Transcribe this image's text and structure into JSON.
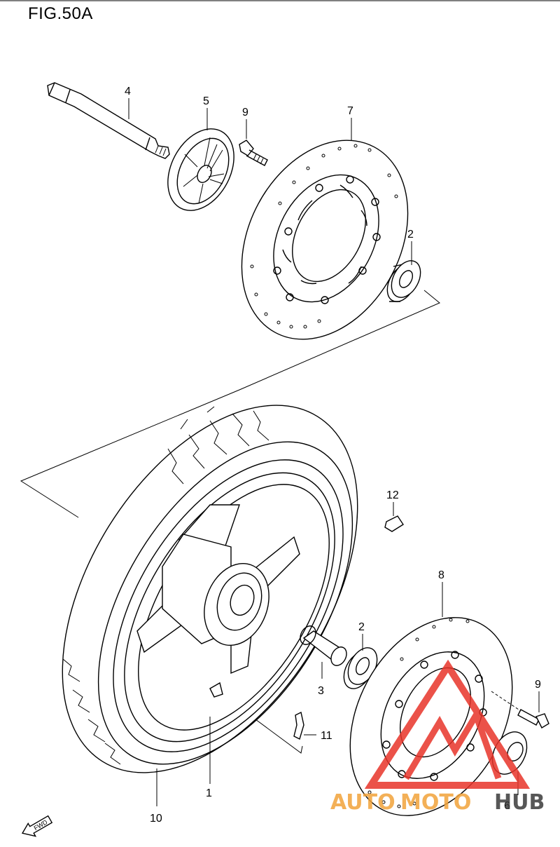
{
  "figure": {
    "title": "FIG.50A"
  },
  "callouts": [
    {
      "id": "4",
      "label": "4"
    },
    {
      "id": "5",
      "label": "5"
    },
    {
      "id": "9a",
      "label": "9"
    },
    {
      "id": "7",
      "label": "7"
    },
    {
      "id": "2a",
      "label": "2"
    },
    {
      "id": "12",
      "label": "12"
    },
    {
      "id": "8",
      "label": "8"
    },
    {
      "id": "2b",
      "label": "2"
    },
    {
      "id": "3",
      "label": "3"
    },
    {
      "id": "9b",
      "label": "9"
    },
    {
      "id": "11",
      "label": "11"
    },
    {
      "id": "1",
      "label": "1"
    },
    {
      "id": "10",
      "label": "10"
    },
    {
      "id": "6",
      "label": "6"
    }
  ],
  "direction_badge": {
    "label": "FWD"
  },
  "watermark": {
    "part1": "AUTO",
    "part2": "MOTO",
    "part3": "HUB",
    "color_red": "#e8342a",
    "color_orange": "#f2a33a",
    "color_gray": "#3a3a3a"
  }
}
